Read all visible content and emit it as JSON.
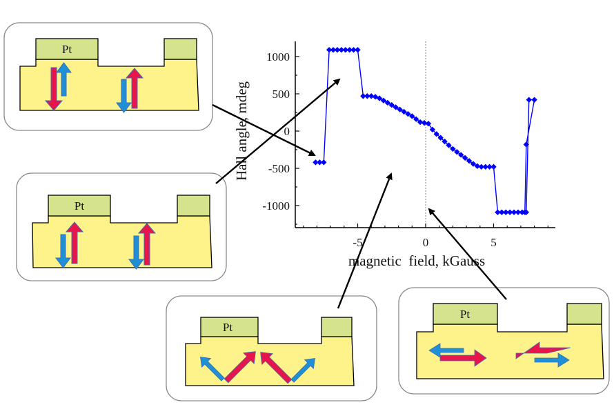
{
  "chart_data": {
    "type": "line",
    "title": "",
    "xlabel": "magnetic  field, kGauss",
    "ylabel": "Hall angle, mdeg",
    "xlim": [
      -9.5,
      9.5
    ],
    "ylim": [
      -1300,
      1300
    ],
    "xticks": [
      -5,
      0,
      5
    ],
    "xtick_labels": [
      "-5",
      "0",
      "5"
    ],
    "yticks": [
      1000,
      500,
      0,
      -500,
      -1000
    ],
    "ytick_labels": [
      "1000",
      "500",
      "0",
      "-500",
      "-1000"
    ],
    "grid": false,
    "reference_line": {
      "x": 0,
      "style": "dotted"
    },
    "colors": {
      "series": "#0000ff",
      "axis": "#000000"
    },
    "series": [
      {
        "name": "Hall angle",
        "points": [
          [
            -8.1,
            -420
          ],
          [
            -7.8,
            -420
          ],
          [
            -7.5,
            -420
          ],
          [
            -7.1,
            1090
          ],
          [
            -6.8,
            1090
          ],
          [
            -6.5,
            1090
          ],
          [
            -6.2,
            1090
          ],
          [
            -5.9,
            1090
          ],
          [
            -5.6,
            1090
          ],
          [
            -5.3,
            1090
          ],
          [
            -5.0,
            1090
          ],
          [
            -4.6,
            470
          ],
          [
            -4.3,
            470
          ],
          [
            -4.0,
            470
          ],
          [
            -3.7,
            460
          ],
          [
            -3.4,
            440
          ],
          [
            -3.1,
            410
          ],
          [
            -2.8,
            380
          ],
          [
            -2.5,
            350
          ],
          [
            -2.2,
            320
          ],
          [
            -1.9,
            290
          ],
          [
            -1.6,
            260
          ],
          [
            -1.3,
            230
          ],
          [
            -1.0,
            200
          ],
          [
            -0.7,
            160
          ],
          [
            -0.4,
            120
          ],
          [
            -0.1,
            110
          ],
          [
            0.2,
            100
          ],
          [
            0.5,
            20
          ],
          [
            0.8,
            -40
          ],
          [
            1.1,
            -90
          ],
          [
            1.4,
            -140
          ],
          [
            1.7,
            -190
          ],
          [
            2.0,
            -240
          ],
          [
            2.3,
            -280
          ],
          [
            2.6,
            -320
          ],
          [
            2.9,
            -360
          ],
          [
            3.2,
            -400
          ],
          [
            3.5,
            -440
          ],
          [
            3.8,
            -470
          ],
          [
            4.1,
            -480
          ],
          [
            4.4,
            -480
          ],
          [
            4.7,
            -480
          ],
          [
            5.0,
            -480
          ],
          [
            5.3,
            -1090
          ],
          [
            5.6,
            -1090
          ],
          [
            5.9,
            -1090
          ],
          [
            6.2,
            -1090
          ],
          [
            6.5,
            -1090
          ],
          [
            6.8,
            -1090
          ],
          [
            7.1,
            -1090
          ],
          [
            7.4,
            -1090
          ],
          [
            7.6,
            420
          ],
          [
            8.0,
            420
          ],
          [
            7.4,
            -180
          ],
          [
            7.3,
            -1090
          ]
        ]
      }
    ]
  },
  "insets": [
    {
      "name": "inset-top-left",
      "label": "Pt",
      "description": "out-of-plane antiparallel moments, red down"
    },
    {
      "name": "inset-middle-left",
      "label": "Pt",
      "description": "out-of-plane antiparallel moments, red up"
    },
    {
      "name": "inset-bottom-center",
      "label": "Pt",
      "description": "canted spin-flop moments"
    },
    {
      "name": "inset-bottom-right",
      "label": "Pt",
      "description": "in-plane antiparallel moments"
    }
  ]
}
